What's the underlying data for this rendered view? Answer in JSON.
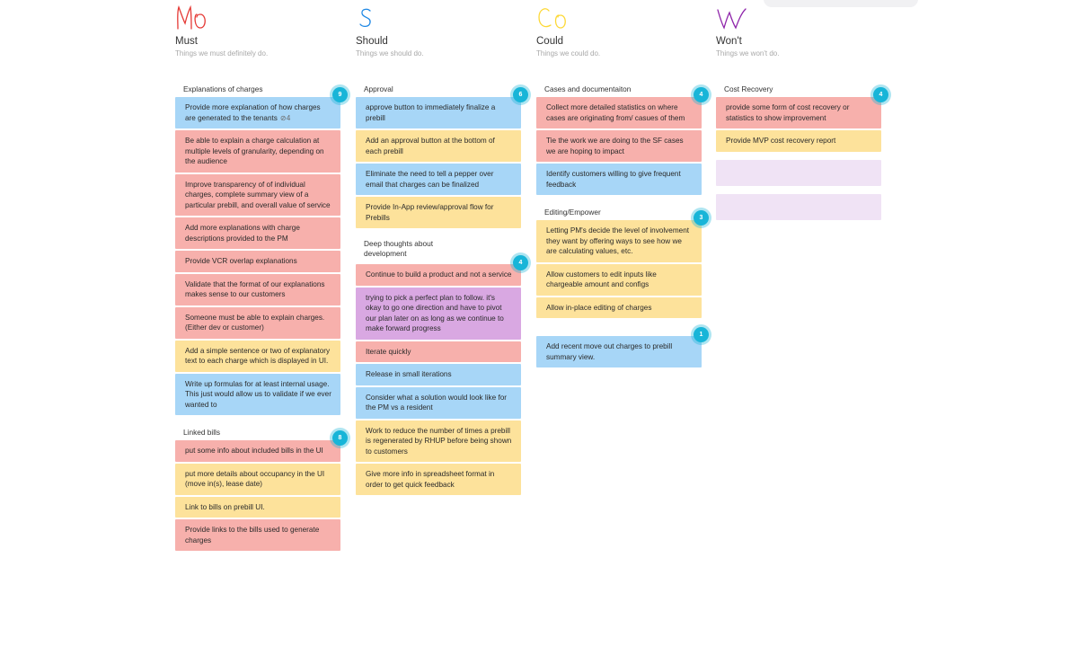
{
  "columns": [
    {
      "key": "mo",
      "initials": "Mo",
      "accent": "#e53935",
      "title": "Must",
      "subtitle": "Things we must definitely do.",
      "groups": [
        {
          "title": "Explanations of charges",
          "badge": "9",
          "cards": [
            {
              "text": "Provide more explanation of how charges are generated to the tenants",
              "extra": "⊘4",
              "color": "blue"
            },
            {
              "text": "Be able to explain a charge calculation at multiple levels of granularity, depending on the audience",
              "color": "red"
            },
            {
              "text": "Improve transparency of of individual charges, complete summary view of a particular prebill, and overall value of service",
              "color": "red"
            },
            {
              "text": "Add more explanations with charge descriptions provided to the PM",
              "color": "red"
            },
            {
              "text": "Provide VCR overlap explanations",
              "color": "red"
            },
            {
              "text": "Validate that the format of our explanations makes sense to our customers",
              "color": "red"
            },
            {
              "text": "Someone must be able to explain charges. (Either dev or customer)",
              "color": "red"
            },
            {
              "text": "Add a simple sentence or two of explanatory text to each charge which is displayed in UI.",
              "color": "yellow"
            },
            {
              "text": "Write up formulas for at least internal usage. This just would allow us to validate if we ever wanted to",
              "color": "blue"
            }
          ]
        },
        {
          "title": "Linked bills",
          "badge": "8",
          "cards": [
            {
              "text": "put some info about included bills in the UI",
              "color": "red"
            },
            {
              "text": "put more details about occupancy in the UI (move in(s), lease date)",
              "color": "yellow"
            },
            {
              "text": "Link to bills on prebill UI.",
              "color": "yellow"
            },
            {
              "text": "Provide links to the bills used to generate charges",
              "color": "red"
            }
          ]
        }
      ]
    },
    {
      "key": "s",
      "initials": "S",
      "accent": "#1e88e5",
      "title": "Should",
      "subtitle": "Things we should do.",
      "groups": [
        {
          "title": "Approval",
          "badge": "6",
          "cards": [
            {
              "text": "approve button to immediately finalize a prebill",
              "color": "blue"
            },
            {
              "text": "Add an approval button at the bottom of each prebill",
              "color": "yellow"
            },
            {
              "text": "Eliminate the need to tell a pepper over email that charges can be finalized",
              "color": "blue"
            },
            {
              "text": "Provide In-App review/approval flow for Prebills",
              "color": "yellow"
            }
          ]
        },
        {
          "title": "Deep thoughts about development",
          "badge": "4",
          "cards": [
            {
              "text": "Continue to build a product and not a service",
              "color": "red"
            },
            {
              "text": "trying to pick a perfect plan to follow. it's okay to go one direction and have to pivot our plan later on as long as we continue to make forward progress",
              "color": "purple"
            },
            {
              "text": "Iterate quickly",
              "color": "red"
            },
            {
              "text": "Release in small iterations",
              "color": "blue"
            },
            {
              "text": "Consider what a solution would look like for the PM vs a resident",
              "color": "blue"
            },
            {
              "text": "Work to reduce the number of times a prebill is regenerated by RHUP before being shown to customers",
              "color": "yellow"
            },
            {
              "text": "Give more info in spreadsheet format in order to get quick feedback",
              "color": "yellow"
            }
          ]
        }
      ]
    },
    {
      "key": "co",
      "initials": "Co",
      "accent": "#fdd835",
      "title": "Could",
      "subtitle": "Things we could do.",
      "groups": [
        {
          "title": "Cases and documentaiton",
          "badge": "4",
          "cards": [
            {
              "text": "Collect more detailed statistics on where cases are originating from/ casues of them",
              "color": "red"
            },
            {
              "text": "Tie the work we are doing to the SF cases we are hoping to impact",
              "color": "red"
            },
            {
              "text": "Identify customers willing to give frequent feedback",
              "color": "blue"
            }
          ]
        },
        {
          "title": "Editing/Empower",
          "badge": "3",
          "cards": [
            {
              "text": "Letting PM's decide the level of involvement they want by offering ways to see how we are calculating values, etc.",
              "color": "yellow"
            },
            {
              "text": "Allow customers to edit inputs like chargeable amount and configs",
              "color": "yellow"
            },
            {
              "text": "Allow in-place editing of charges",
              "color": "yellow"
            }
          ]
        },
        {
          "title": "",
          "badge": "1",
          "cards": [
            {
              "text": "Add recent move out charges to prebill summary view.",
              "color": "blue"
            }
          ]
        }
      ]
    },
    {
      "key": "w",
      "initials": "W",
      "accent": "#8e24aa",
      "title": "Won't",
      "subtitle": "Things we won't do.",
      "groups": [
        {
          "title": "Cost Recovery",
          "badge": "4",
          "cards": [
            {
              "text": "provide some form of cost recovery or statistics to show improvement",
              "color": "red"
            },
            {
              "text": "Provide MVP cost recovery report",
              "color": "yellow"
            },
            {
              "text": "",
              "color": "lilac"
            },
            {
              "text": "",
              "color": "lilac"
            }
          ]
        }
      ]
    }
  ]
}
